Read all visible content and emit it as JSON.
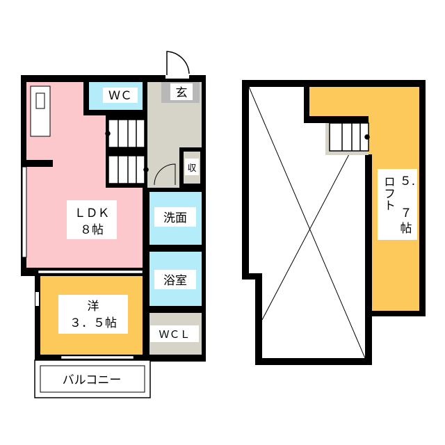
{
  "plan": {
    "ground_floor": {
      "ldk": {
        "name": "ＬＤＫ",
        "size": "８帖"
      },
      "wc": "ＷＣ",
      "entrance": "玄",
      "storage": "収",
      "washroom": "洗面",
      "bathroom": "浴室",
      "western_room": {
        "name": "洋",
        "size": "３．５帖"
      },
      "walk_in_closet": "ＷＣＬ",
      "balcony": "バルコニー"
    },
    "loft_floor": {
      "loft": {
        "name": "ロフト",
        "size_a": "５.",
        "size_b": "７",
        "unit": "帖"
      }
    }
  },
  "colors": {
    "ldk": "#fcc8cc",
    "wet": "#b4ecfa",
    "loft": "#fdc95a",
    "entry": "#d6d3c9",
    "wall": "#000000"
  }
}
